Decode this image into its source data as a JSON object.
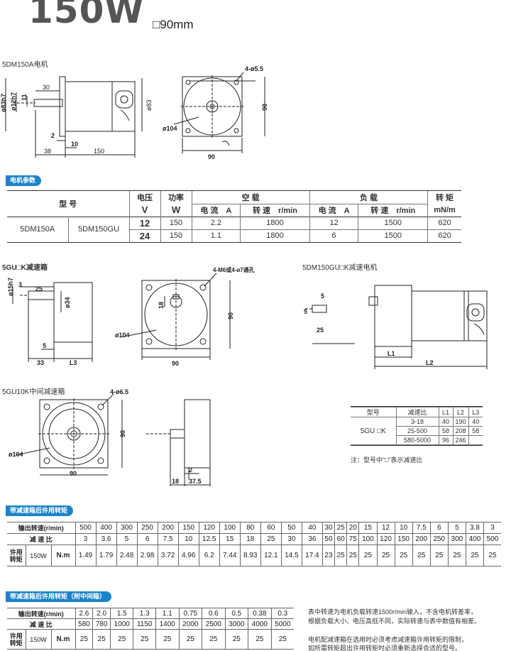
{
  "header": {
    "power": "150W",
    "frame_size": "□90mm"
  },
  "captions": {
    "motor": "5DM150A电机",
    "gearbox": "5GU□K减速箱",
    "gear_motor": "5DM150GU□K减速电机",
    "mid_gearbox": "5GU10K中间减速箱"
  },
  "sections": {
    "params": "电机参数",
    "torque": "带减速箱后许用转矩",
    "torque_mid": "带减速箱后许用转矩（附中间箱）"
  },
  "motor_dims": {
    "d83h7": "ø83h7",
    "d12h7": "ø12h7",
    "d11": "11",
    "d30": "30",
    "d83": "ø83",
    "d2": "2",
    "d10": "10",
    "d38": "38",
    "d150": "150",
    "holes": "4-ø5.5",
    "d104": "ø104",
    "d90w": "90",
    "d90h": "90"
  },
  "gearbox_dims": {
    "d15h7": "ø15h7",
    "d3": "3",
    "d25": "25",
    "d34": "ø34",
    "d5": "5",
    "d33": "33",
    "L3": "L3",
    "holes": "4-M6或4-ø7通孔",
    "d18": "18",
    "d104": "ø104",
    "d90w": "90",
    "d90h": "90"
  },
  "gear_motor_dims": {
    "d5a": "5",
    "d5b": "5",
    "d25": "25",
    "L1": "L1",
    "L2": "L2"
  },
  "mid_dims": {
    "holes": "4-ø6.5",
    "d104": "ø104",
    "d90w": "90",
    "d90h": "90",
    "d2": "2",
    "d18": "18",
    "d375": "37.5"
  },
  "spec": {
    "h_model": "型 号",
    "h_voltage": "电压",
    "h_voltage_u": "V",
    "h_power": "功率",
    "h_power_u": "W",
    "h_noload": "空 载",
    "h_load": "负 载",
    "h_torque": "转 矩",
    "h_current": "电 流　A",
    "h_speed": "转 速　r/min",
    "h_torque_u": "mN/m",
    "model_a": "5DM150A",
    "model_b": "5DM150GU",
    "rows": [
      {
        "voltage": "12",
        "power": "150",
        "nl_current": "2.2",
        "nl_speed": "1800",
        "l_current": "12",
        "l_speed": "1500",
        "torque": "620"
      },
      {
        "voltage": "24",
        "power": "150",
        "nl_current": "1.1",
        "nl_speed": "1800",
        "l_current": "6",
        "l_speed": "1500",
        "torque": "620"
      }
    ]
  },
  "lengths": {
    "h_model": "型号",
    "h_ratio": "减速比",
    "h_L1": "L1",
    "h_L2": "L2",
    "h_L3": "L3",
    "model": "5GU □K",
    "rows": [
      {
        "ratio": "3-18",
        "L1": "40",
        "L2": "190",
        "L3": "40"
      },
      {
        "ratio": "25-500",
        "L1": "58",
        "L2": "208",
        "L3": "58"
      },
      {
        "ratio": "580-5000",
        "L1": "96",
        "L2": "246",
        "L3": ""
      }
    ],
    "note": "注：型号中“□”表示减速比"
  },
  "torque1": {
    "row_speed": "输出转速(r/min)",
    "row_ratio": "减 速 比",
    "row_allow_1": "许用",
    "row_allow_2": "转矩",
    "model": "150W",
    "unit": "N.m",
    "speeds": [
      "500",
      "400",
      "300",
      "250",
      "200",
      "150",
      "120",
      "100",
      "80",
      "60",
      "50",
      "40",
      "30",
      "25",
      "20",
      "15",
      "12",
      "10",
      "7.5",
      "6",
      "5",
      "3.8",
      "3"
    ],
    "ratios": [
      "3",
      "3.6",
      "5",
      "6",
      "7.5",
      "10",
      "12.5",
      "15",
      "18",
      "25",
      "30",
      "36",
      "50",
      "60",
      "75",
      "100",
      "120",
      "150",
      "200",
      "250",
      "300",
      "400",
      "500"
    ],
    "torques": [
      "1.49",
      "1.79",
      "2.48",
      "2.98",
      "3.72",
      "4.96",
      "6.2",
      "7.44",
      "8.93",
      "12.1",
      "14.5",
      "17.4",
      "23",
      "25",
      "25",
      "25",
      "25",
      "25",
      "25",
      "25",
      "25",
      "25",
      "25"
    ]
  },
  "torque2": {
    "row_speed": "输出转速(r/min)",
    "row_ratio": "减 速 比",
    "row_allow_1": "许用",
    "row_allow_2": "转矩",
    "model": "150W",
    "unit": "N.m",
    "speeds": [
      "2.6",
      "2.0",
      "1.5",
      "1.3",
      "1.1",
      "0.75",
      "0.6",
      "0.5",
      "0.38",
      "0.3"
    ],
    "ratios": [
      "580",
      "780",
      "1000",
      "1150",
      "1400",
      "2000",
      "2500",
      "3000",
      "4000",
      "5000"
    ],
    "torques": [
      "25",
      "25",
      "25",
      "25",
      "25",
      "25",
      "25",
      "25",
      "25",
      "25"
    ]
  },
  "notes": {
    "line1": "表中转速为电机负载转速1500r/min输入，不含电机转差率，",
    "line2": "根据负载大小、电压高低不同，实际转速与表中数值有相差。",
    "line3": "电机配减速箱在选用时必须考虑减速箱许用转矩的限制，",
    "line4": "如所需转矩超出许用转矩时必须重新选择合适的型号。"
  }
}
